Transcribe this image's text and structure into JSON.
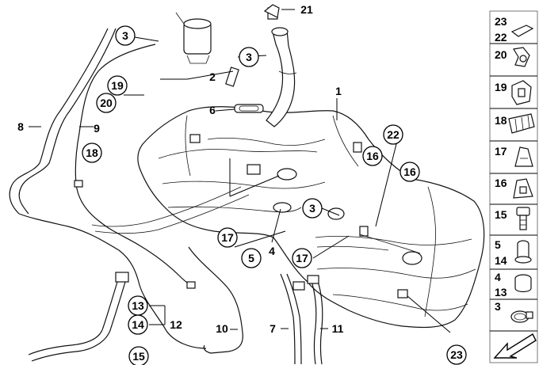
{
  "callouts": {
    "c1": "1",
    "c2": "2",
    "c3a": "3",
    "c3b": "3",
    "c3c": "3",
    "c4": "4",
    "c5": "5",
    "c6": "6",
    "c7": "7",
    "c8": "8",
    "c9": "9",
    "c10": "10",
    "c11": "11",
    "c12": "12",
    "c13": "13",
    "c14": "14",
    "c15": "15",
    "c16a": "16",
    "c16b": "16",
    "c17a": "17",
    "c17b": "17",
    "c18": "18",
    "c19": "19",
    "c20": "20",
    "c21": "21",
    "c22": "22",
    "c23": "23"
  },
  "sidebar": {
    "items": [
      {
        "labels": "23\n22",
        "n1": "23",
        "n2": "22",
        "icon": "foam-strip-icon"
      },
      {
        "n1": "20",
        "icon": "hose-clip-icon"
      },
      {
        "n1": "19",
        "icon": "bracket-clip-icon"
      },
      {
        "n1": "18",
        "icon": "cable-holder-icon"
      },
      {
        "n1": "17",
        "icon": "rubber-pad-icon"
      },
      {
        "n1": "16",
        "icon": "spacer-pad-icon"
      },
      {
        "n1": "15",
        "icon": "bolt-icon"
      },
      {
        "n1": "5",
        "n2": "14",
        "icon": "rubber-mount-icon"
      },
      {
        "n1": "4",
        "n2": "13",
        "icon": "grommet-icon"
      },
      {
        "n1": "3",
        "icon": "hose-clamp-icon"
      },
      {
        "icon": "direction-arrow-icon"
      }
    ]
  }
}
